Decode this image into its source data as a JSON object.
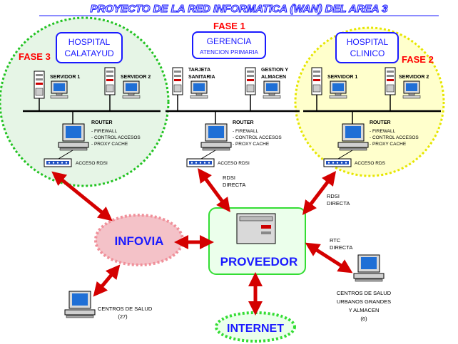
{
  "title": "PROYECTO DE LA RED INFORMATICA (WAN)  DEL   AREA 3",
  "phases": {
    "fase1": "FASE 1",
    "fase2": "FASE 2",
    "fase3": "FASE 3"
  },
  "sites": {
    "calatayud": {
      "name_line1": "HOSPITAL",
      "name_line2": "CALATAYUD",
      "server1": "SERVIDOR 1",
      "server2": "SERVIDOR 2",
      "router": "ROUTER",
      "router_items": [
        "- FIREWALL",
        "- CONTROL ACCESOS",
        "- PROXY CACHE"
      ],
      "access": "ACCESO RDSI"
    },
    "gerencia": {
      "name_line1": "GERENCIA",
      "name_line2": "ATENCION PRIMARIA",
      "server1_line1": "TARJETA",
      "server1_line2": "SANITARIA",
      "server2_line1": "GESTION Y",
      "server2_line2": "ALMACEN",
      "router": "ROUTER",
      "router_items": [
        "- FIREWALL",
        "- CONTROL ACCESOS",
        "- PROXY CACHE"
      ],
      "access": "ACCESO RDSI"
    },
    "clinico": {
      "name_line1": "HOSPITAL",
      "name_line2": "CLINICO",
      "server1": "SERVIDOR 1",
      "server2": "SERVIDOR 2",
      "router": "ROUTER",
      "router_items": [
        "- FIREWALL",
        "- CONTROL ACCESOS",
        "- PROXY CACHE"
      ],
      "access": "ACCESO RDS"
    }
  },
  "links": {
    "rdsi_directa_center": [
      "RDSI",
      "DIRECTA"
    ],
    "rdsi_directa_right": [
      "RDSI",
      "DIRECTA"
    ],
    "rtc_directa": [
      "RTC",
      "DIRECTA"
    ]
  },
  "nodes": {
    "infovia": "INFOVIA",
    "proveedor": "PROVEEDOR",
    "internet": "INTERNET"
  },
  "centros_salud": {
    "line1": "CENTROS DE SALUD",
    "line2": "(27)"
  },
  "centros_urbanos": {
    "line1": "CENTROS DE SALUD",
    "line2": "URBANOS  GRANDES",
    "line3": "Y ALMACEN",
    "line4": "(6)"
  },
  "colors": {
    "title": "#1a1aff",
    "phase": "#ff0000",
    "arrow": "#d40000",
    "green_circle": "#e6f5e6",
    "yellow_circle": "#ffffcc",
    "infovia_fill": "#f4c2c8",
    "bus": "#000000"
  }
}
